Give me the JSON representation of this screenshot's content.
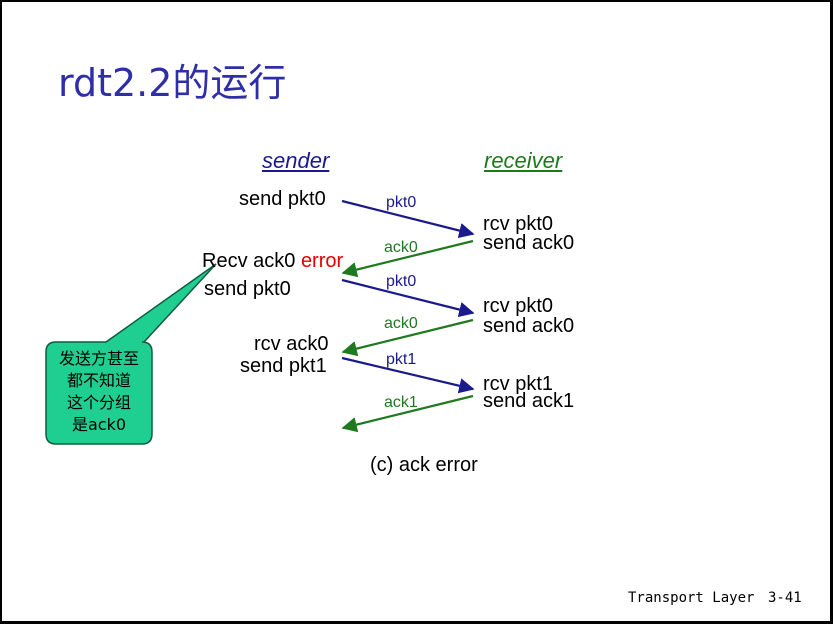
{
  "slide": {
    "title": "rdt2.2的运行",
    "footer_left": "Transport Layer",
    "footer_right": "3-41"
  },
  "diagram": {
    "sender_heading": "sender",
    "receiver_heading": "receiver",
    "sender_events": {
      "send_pkt0_1": "send pkt0",
      "recv_ack0": "Recv ack0",
      "error_word": "error",
      "send_pkt0_2": "send pkt0",
      "rcv_ack0": "rcv ack0",
      "send_pkt1": "send pkt1"
    },
    "receiver_events": {
      "rcv_pkt0_1": "rcv pkt0",
      "send_ack0_1": "send ack0",
      "rcv_pkt0_2": "rcv pkt0",
      "send_ack0_2": "send ack0",
      "rcv_pkt1": "rcv pkt1",
      "send_ack1": "send ack1"
    },
    "messages": {
      "pkt0_1": "pkt0",
      "ack0_1": "ack0",
      "pkt0_2": "pkt0",
      "ack0_2": "ack0",
      "pkt1": "pkt1",
      "ack1": "ack1"
    },
    "caption": "(c) ack error",
    "callout": [
      "发送方甚至",
      "都不知道",
      "这个分组",
      "是ack0"
    ]
  },
  "colors": {
    "title": "#2e2ea8",
    "packet_arrow": "#1a1a8c",
    "ack_arrow": "#1f7a1f",
    "error_text": "#e00000",
    "callout_fill": "#1fcf92",
    "callout_stroke": "#0f5a40"
  }
}
